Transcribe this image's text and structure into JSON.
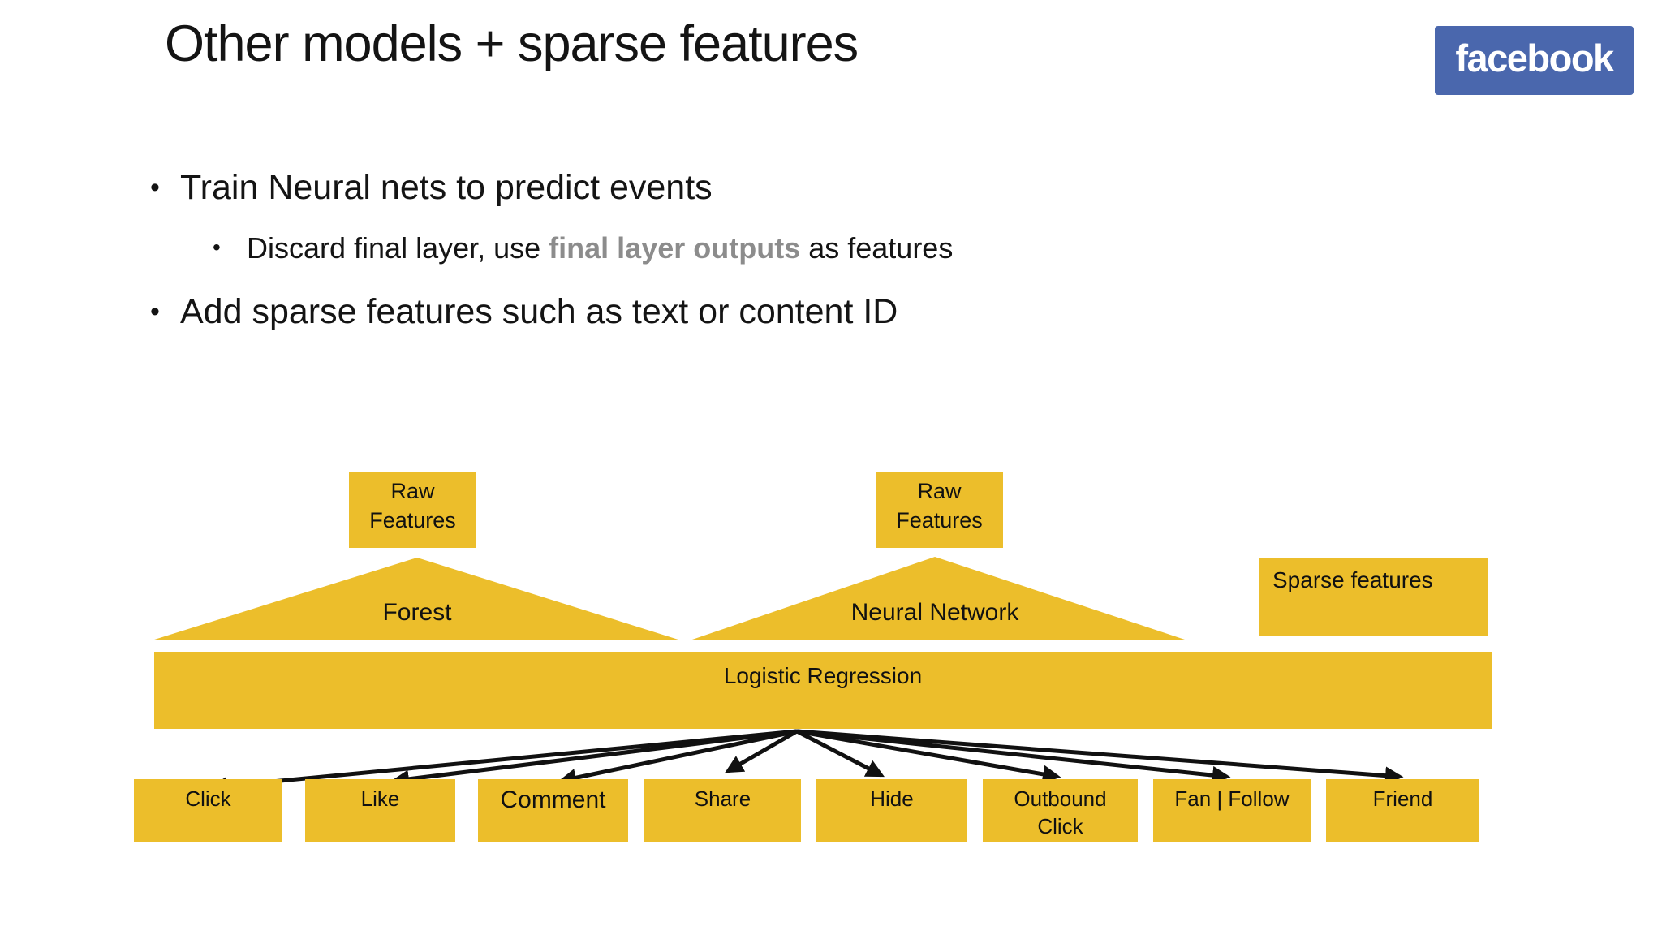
{
  "slide": {
    "title": "Other models + sparse features",
    "logo_text": "facebook"
  },
  "bullets": {
    "item1": "Train Neural nets to predict events",
    "sub_pre": "Discard final layer, use ",
    "sub_highlight": "final layer outputs",
    "sub_post": " as features",
    "item2": "Add sparse features such as text or content ID"
  },
  "diagram": {
    "raw_line1": "Raw",
    "raw_line2": "Features",
    "forest_label": "Forest",
    "neural_network_label": "Neural Network",
    "sparse_label": "Sparse features",
    "logistic_label": "Logistic Regression",
    "outputs": [
      "Click",
      "Like",
      "Comment",
      "Share",
      "Hide",
      "Outbound Click",
      "Fan | Follow",
      "Friend"
    ]
  },
  "colors": {
    "box_yellow": "#ECBE2B",
    "facebook_blue": "#4A67AD",
    "highlight_gray": "#8C8C8C",
    "text_black": "#141414"
  }
}
